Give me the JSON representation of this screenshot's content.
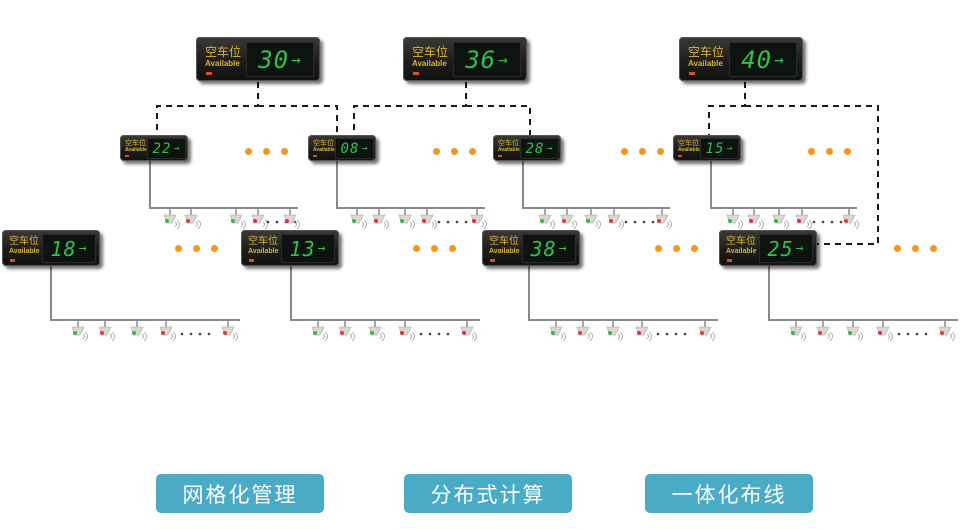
{
  "diagram": {
    "title": "Parking guidance system topology",
    "sign_label_cn": "空车位",
    "sign_label_en": "Available",
    "arrow_glyph": "→",
    "top_signs": [
      {
        "id": "top-1",
        "count": "30"
      },
      {
        "id": "top-2",
        "count": "36"
      },
      {
        "id": "top-3",
        "count": "40"
      }
    ],
    "middle_signs": [
      {
        "id": "mid-1",
        "count": "22"
      },
      {
        "id": "mid-2",
        "count": "08"
      },
      {
        "id": "mid-3",
        "count": "28"
      },
      {
        "id": "mid-4",
        "count": "15"
      }
    ],
    "lower_signs": [
      {
        "id": "low-1",
        "count": "18"
      },
      {
        "id": "low-2",
        "count": "13"
      },
      {
        "id": "low-3",
        "count": "38"
      },
      {
        "id": "low-4",
        "count": "25"
      }
    ],
    "sensor_pattern": [
      "green",
      "red",
      "green",
      "red",
      "ellipsis",
      "red"
    ],
    "colors": {
      "led_green": "#2fc04f",
      "label_yellow": "#d6b436",
      "ellipsis_orange": "#f7941d",
      "wire_gray": "#8a8a8a",
      "button_blue": "#4aabc6",
      "sensor_green": "#39b54a",
      "sensor_red": "#e0353b"
    }
  },
  "buttons": [
    {
      "label": "网格化管理"
    },
    {
      "label": "分布式计算"
    },
    {
      "label": "一体化布线"
    }
  ]
}
